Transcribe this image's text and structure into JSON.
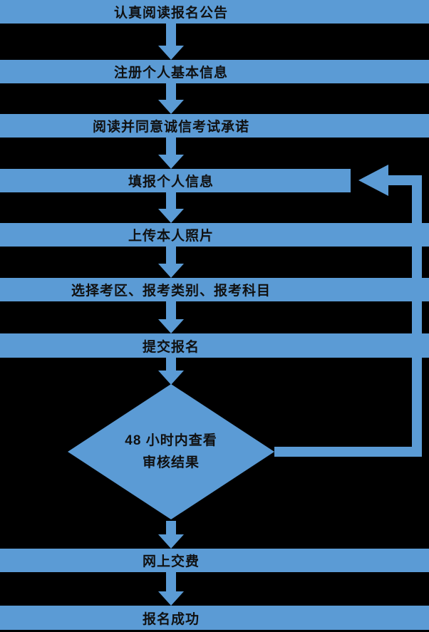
{
  "colors": {
    "shape_fill": "#5b9bd5",
    "background": "#000000",
    "label_text": "#101010"
  },
  "flowchart": {
    "steps": [
      {
        "id": "read-announcement",
        "label": "认真阅读报名公告"
      },
      {
        "id": "register-basic-info",
        "label": "注册个人基本信息"
      },
      {
        "id": "agree-honesty-commitment",
        "label": "阅读并同意诚信考试承诺"
      },
      {
        "id": "fill-personal-info",
        "label": "填报个人信息"
      },
      {
        "id": "upload-photo",
        "label": "上传本人照片"
      },
      {
        "id": "select-area-category-subject",
        "label": "选择考区、报考类别、报考科目"
      },
      {
        "id": "submit-registration",
        "label": "提交报名"
      },
      {
        "id": "pay-online",
        "label": "网上交费"
      },
      {
        "id": "registration-success",
        "label": "报名成功"
      }
    ],
    "decision": {
      "id": "check-audit-result",
      "label_line1": "48 小时内查看",
      "label_line2": "审核结果"
    },
    "edges": [
      {
        "from": "read-announcement",
        "to": "register-basic-info",
        "type": "down-arrow"
      },
      {
        "from": "register-basic-info",
        "to": "agree-honesty-commitment",
        "type": "down-arrow"
      },
      {
        "from": "agree-honesty-commitment",
        "to": "fill-personal-info",
        "type": "down-arrow"
      },
      {
        "from": "fill-personal-info",
        "to": "upload-photo",
        "type": "down-arrow"
      },
      {
        "from": "upload-photo",
        "to": "select-area-category-subject",
        "type": "down-arrow"
      },
      {
        "from": "select-area-category-subject",
        "to": "submit-registration",
        "type": "down-arrow"
      },
      {
        "from": "submit-registration",
        "to": "check-audit-result",
        "type": "down-arrow"
      },
      {
        "from": "check-audit-result",
        "to": "pay-online",
        "type": "down-arrow"
      },
      {
        "from": "pay-online",
        "to": "registration-success",
        "type": "down-arrow"
      },
      {
        "from": "check-audit-result",
        "to": "fill-personal-info",
        "type": "feedback-loop-arrow"
      }
    ]
  }
}
